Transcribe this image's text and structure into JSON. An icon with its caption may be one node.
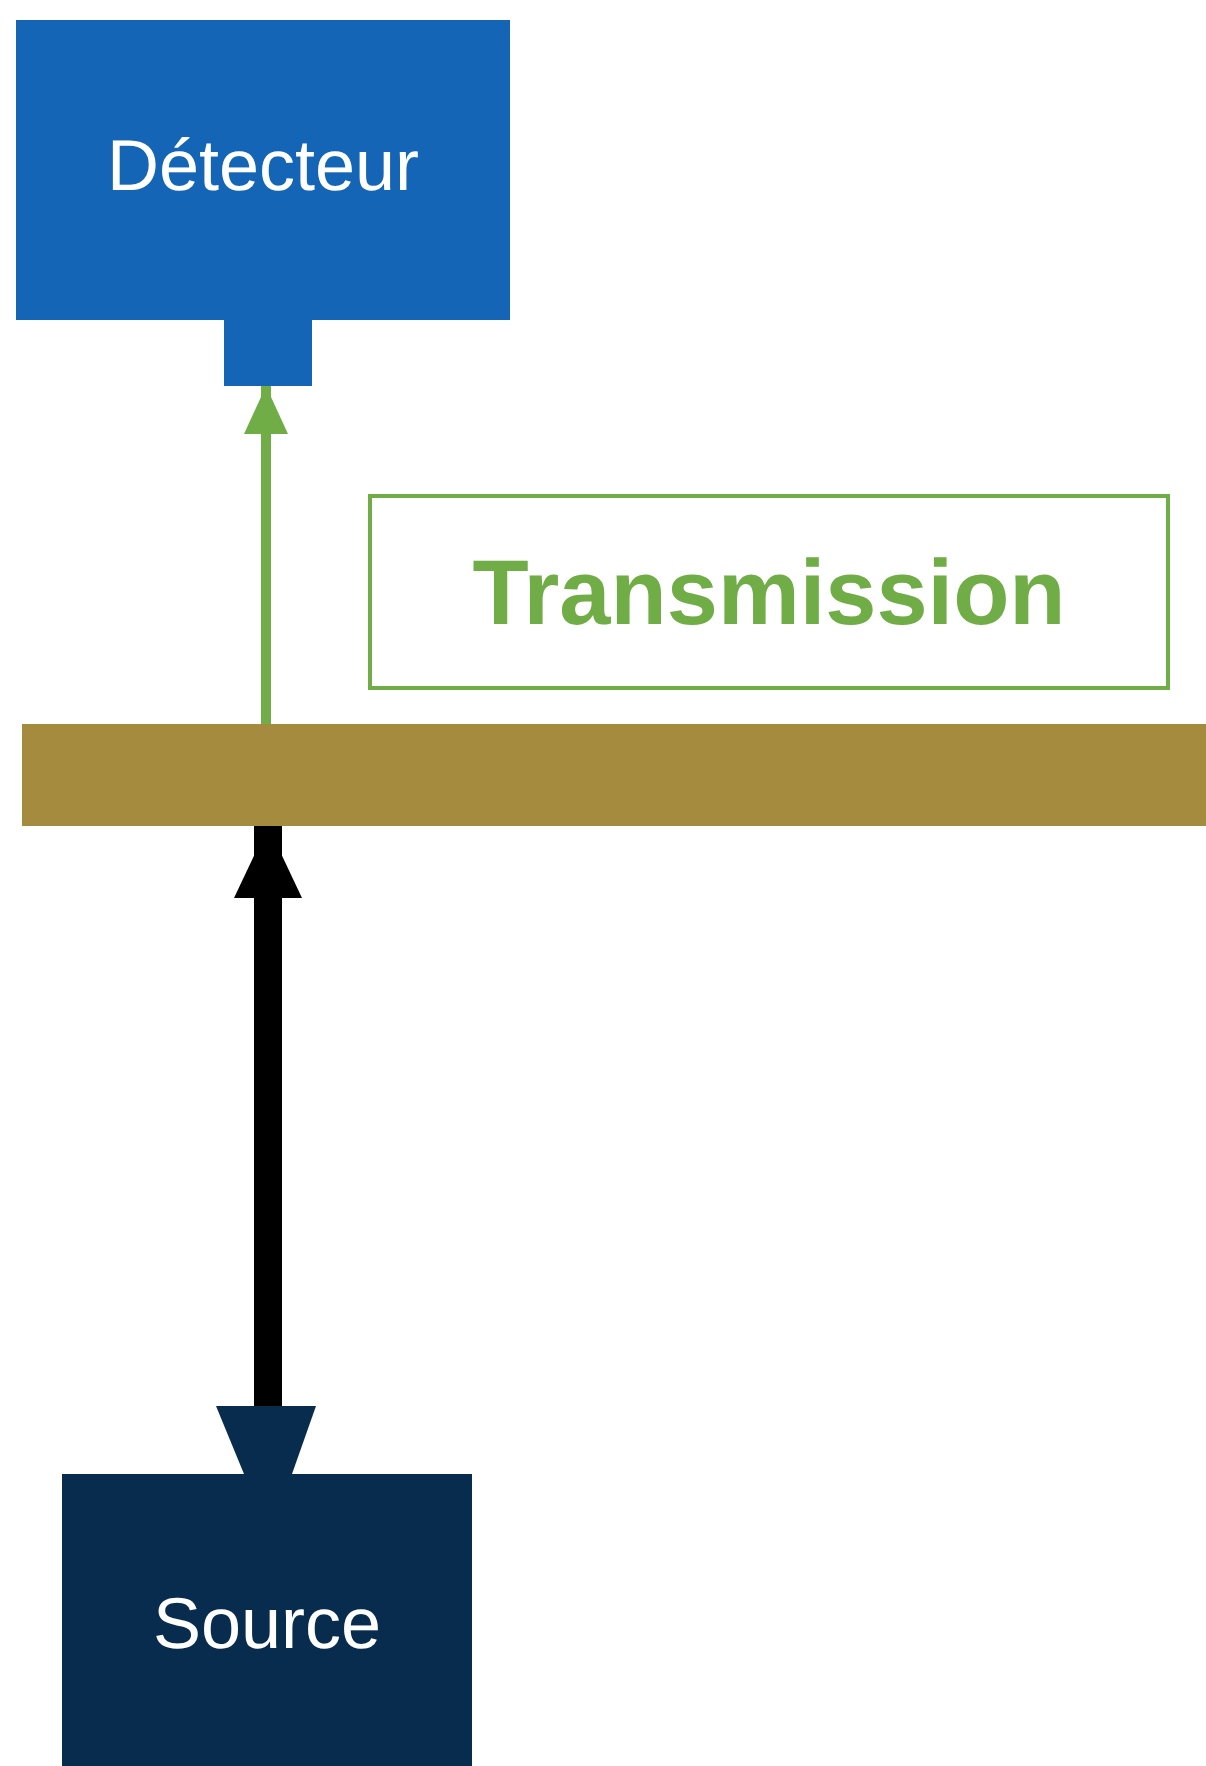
{
  "diagram": {
    "nodes": [
      {
        "text": [
          "Détecteur"
        ]
      },
      {
        "text": [
          "Transmission"
        ]
      },
      {
        "text": [],
        "shape": "bar"
      },
      {
        "text": [
          "Source"
        ]
      }
    ],
    "edges": [
      {
        "from": 3,
        "to": 2,
        "arrow": "to",
        "style": "thick",
        "color": "#000000"
      },
      {
        "from": 2,
        "to": 0,
        "arrow": "to",
        "color": "#70ad47"
      }
    ]
  }
}
